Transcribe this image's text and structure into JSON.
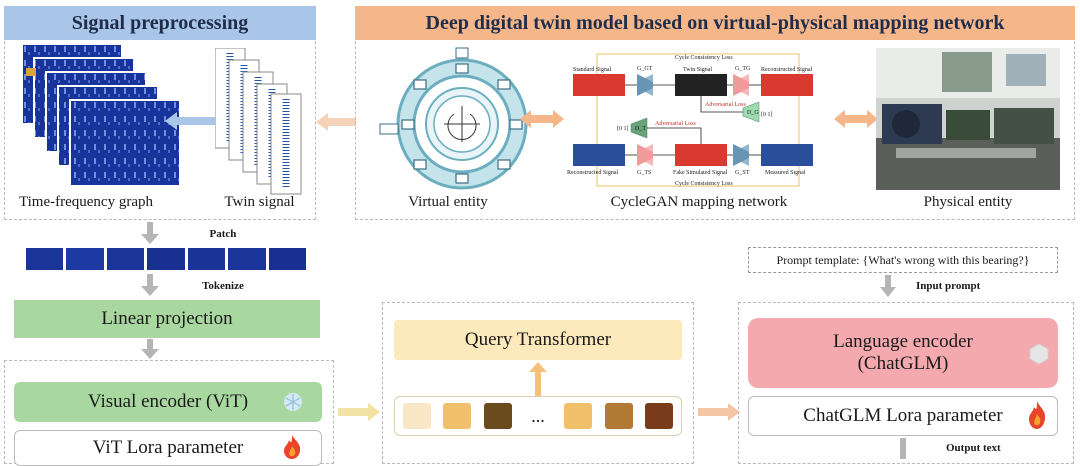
{
  "left_panel": {
    "title": "Signal preprocessing",
    "label_tf": "Time-frequency graph",
    "label_twin": "Twin signal"
  },
  "top_panel": {
    "title": "Deep digital twin model based on virtual-physical mapping network",
    "label_virtual": "Virtual entity",
    "label_cyclegan": "CycleGAN mapping network",
    "label_physical": "Physical entity",
    "cyclegan": {
      "cycle_loss_top": "Cycle Consistency Loss",
      "cycle_loss_bottom": "Cycle Consistency Loss",
      "standard_signal": "Standard Signal",
      "twin_signal": "Twin Signal",
      "reconstructed_signal_top": "Reconstructed Signal",
      "reconstructed_signal_bottom": "Reconstructed Signal",
      "fake_signal": "Fake Simulated Signal",
      "measured_signal": "Measured Signal",
      "adv_loss_1": "Adversarial Loss",
      "adv_loss_2": "Adversarial Loss",
      "g_gt": "G_GT",
      "g_tg": "G_TG",
      "g_ts": "G_TS",
      "g_st": "G_ST",
      "d_g": "D_G",
      "d_t": "D_T",
      "range_01a": "[0 1]",
      "range_01b": "[0 1]"
    }
  },
  "patch_label": "Patch",
  "tokenize_label": "Tokenize",
  "linear_projection": "Linear projection",
  "visual_encoder": "Visual encoder (ViT)",
  "vit_lora": "ViT Lora parameter",
  "query_transformer": "Query Transformer",
  "ellipsis": "...",
  "prompt_template": "Prompt template: {What's wrong with this bearing?}",
  "input_prompt": "Input prompt",
  "language_encoder_line1": "Language encoder",
  "language_encoder_line2": "(ChatGLM)",
  "chatglm_lora": "ChatGLM Lora parameter",
  "output_text": "Output text",
  "colors": {
    "header_blue": "#a9c5e8",
    "header_orange": "#f5b68a",
    "green": "#a9d7a0",
    "light_green": "#d6ecd0",
    "query_yellow": "#fce9bc",
    "pink": "#f4a9ae",
    "arrow_gray": "#b5b5b5",
    "arrow_orange": "#f5c6a5",
    "arrow_blue": "#a9c5e8"
  },
  "token_colors": [
    "#f9e6c4",
    "#f1c06d",
    "#6b4a1e",
    "#f1c06d",
    "#b07a35",
    "#7a3b1c"
  ]
}
